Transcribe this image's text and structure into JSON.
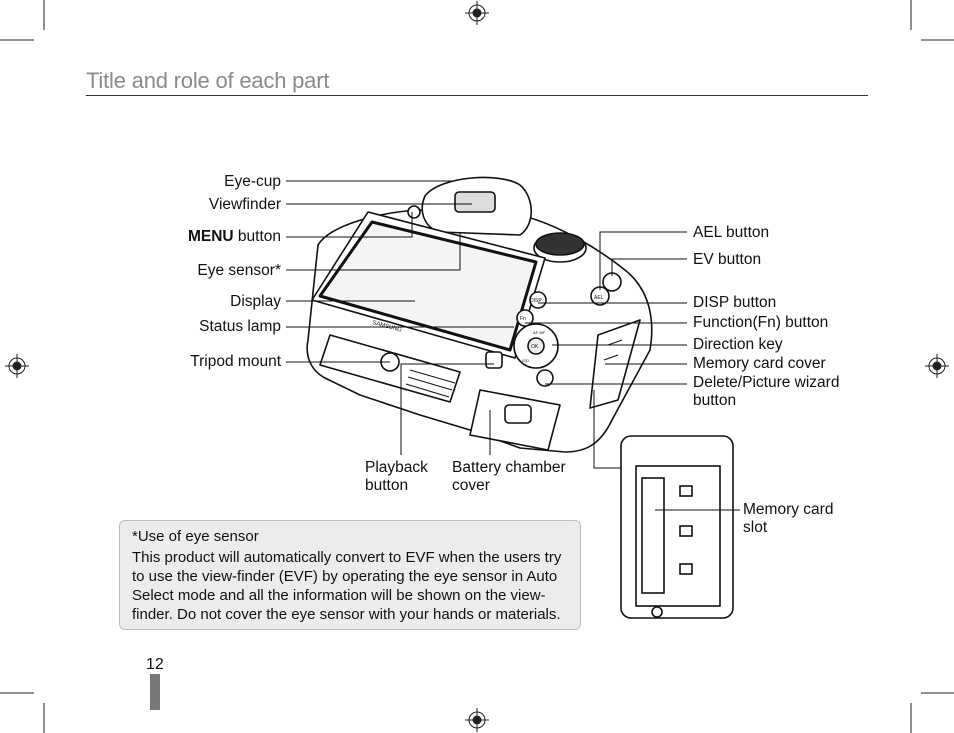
{
  "page": {
    "title": "Title and role of each part",
    "page_number": "12"
  },
  "left_labels": {
    "eye_cup": "Eye-cup",
    "viewfinder": "Viewfinder",
    "menu_bold": "MENU",
    "menu_rest": " button",
    "eye_sensor": "Eye sensor*",
    "display": "Display",
    "status_lamp": "Status lamp",
    "tripod_mount": "Tripod mount"
  },
  "right_labels": {
    "ael_button": "AEL button",
    "ev_button": "EV button",
    "disp_button": "DISP button",
    "function_button": "Function(Fn) button",
    "direction_key": "Direction key",
    "memory_card_cover": "Memory card cover",
    "delete_line1": "Delete/Picture wizard",
    "delete_line2": "button"
  },
  "bottom_labels": {
    "playback_line1": "Playback",
    "playback_line2": "button",
    "battery_line1": "Battery chamber",
    "battery_line2": "cover",
    "memory_slot_line1": "Memory card",
    "memory_slot_line2": "slot"
  },
  "camera_marks": {
    "brand": "SAMSUNG",
    "ael_mark": "AEL",
    "disp_mark": "DISP",
    "fn_mark": "Fn",
    "ok_mark": "OK",
    "af_mark": "AF-MF",
    "iso_mark": "ISO"
  },
  "note": {
    "title": "*Use of eye sensor",
    "line1": "This product will automatically convert to EVF when the users try",
    "line2": "to use the view-finder (EVF) by operating the eye sensor in Auto",
    "line3": "Select mode and all the information will be shown on the view-",
    "line4": "finder. Do not cover the eye sensor with your hands or materials."
  }
}
